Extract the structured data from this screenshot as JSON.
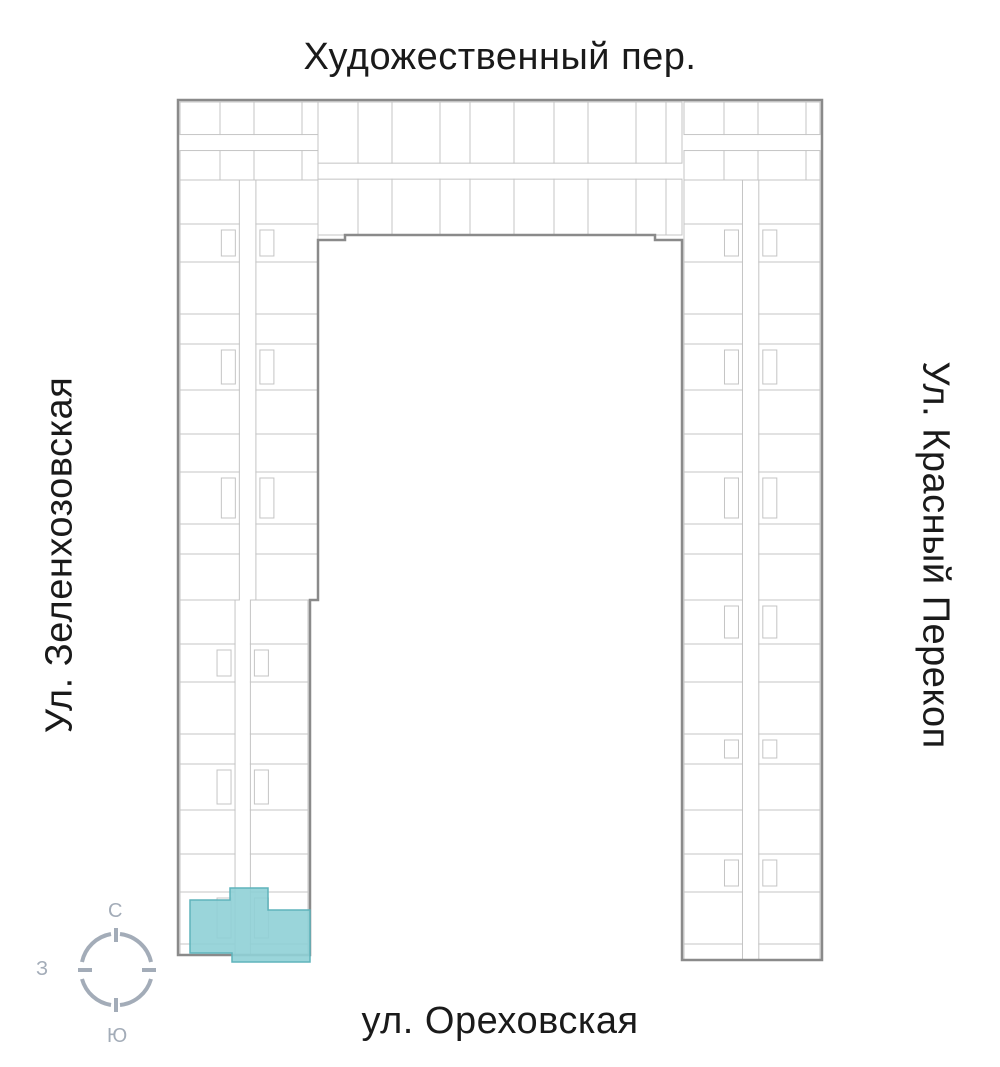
{
  "streets": {
    "north": "Художественный пер.",
    "west": "Ул. Зеленхозовская",
    "east": "Ул. Красный Перекоп",
    "south": "ул. Ореховская"
  },
  "compass": {
    "north": "С",
    "west": "З",
    "south": "Ю"
  },
  "colors": {
    "highlight": "#8fd0d6",
    "wall": "#9a9a9a",
    "room": "#c8c8c8",
    "compass": "#a3acb8"
  },
  "highlighted_apartment": {
    "wing": "west",
    "position": "south-end"
  }
}
